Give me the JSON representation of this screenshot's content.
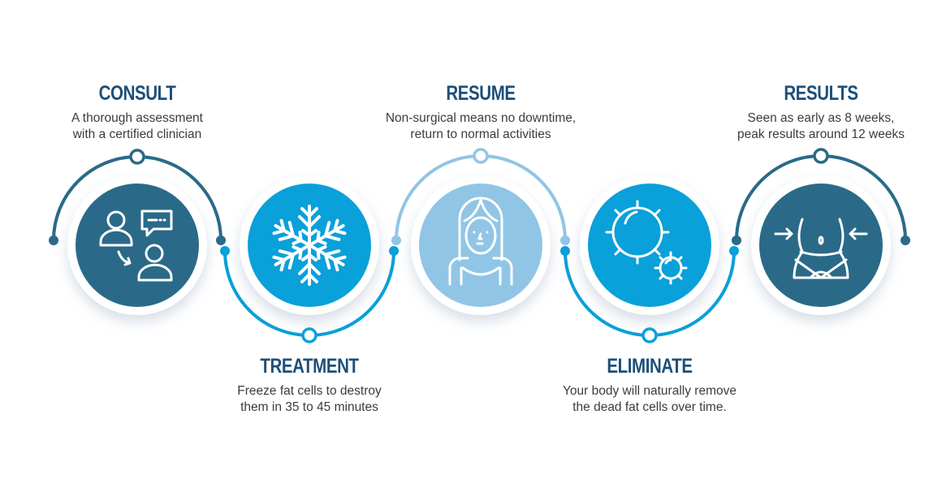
{
  "colors": {
    "dark": "#2a6a88",
    "bright": "#0aa0d9",
    "light": "#91c5e5",
    "title": "#1d4f78"
  },
  "steps": [
    {
      "title": "CONSULT",
      "line1": "A thorough assessment",
      "line2": "with a certified clinician",
      "icon": "consultation-icon"
    },
    {
      "title": "TREATMENT",
      "line1": "Freeze fat cells to destroy",
      "line2": "them in 35 to 45 minutes",
      "icon": "snowflake-icon"
    },
    {
      "title": "RESUME",
      "line1": "Non-surgical means no downtime,",
      "line2": "return to normal activities",
      "icon": "woman-icon"
    },
    {
      "title": "ELIMINATE",
      "line1": "Your body will naturally remove",
      "line2": "the dead fat cells over time.",
      "icon": "fat-cells-icon"
    },
    {
      "title": "RESULTS",
      "line1": "Seen as early as 8 weeks,",
      "line2": "peak results around 12 weeks",
      "icon": "slim-waist-icon"
    }
  ]
}
